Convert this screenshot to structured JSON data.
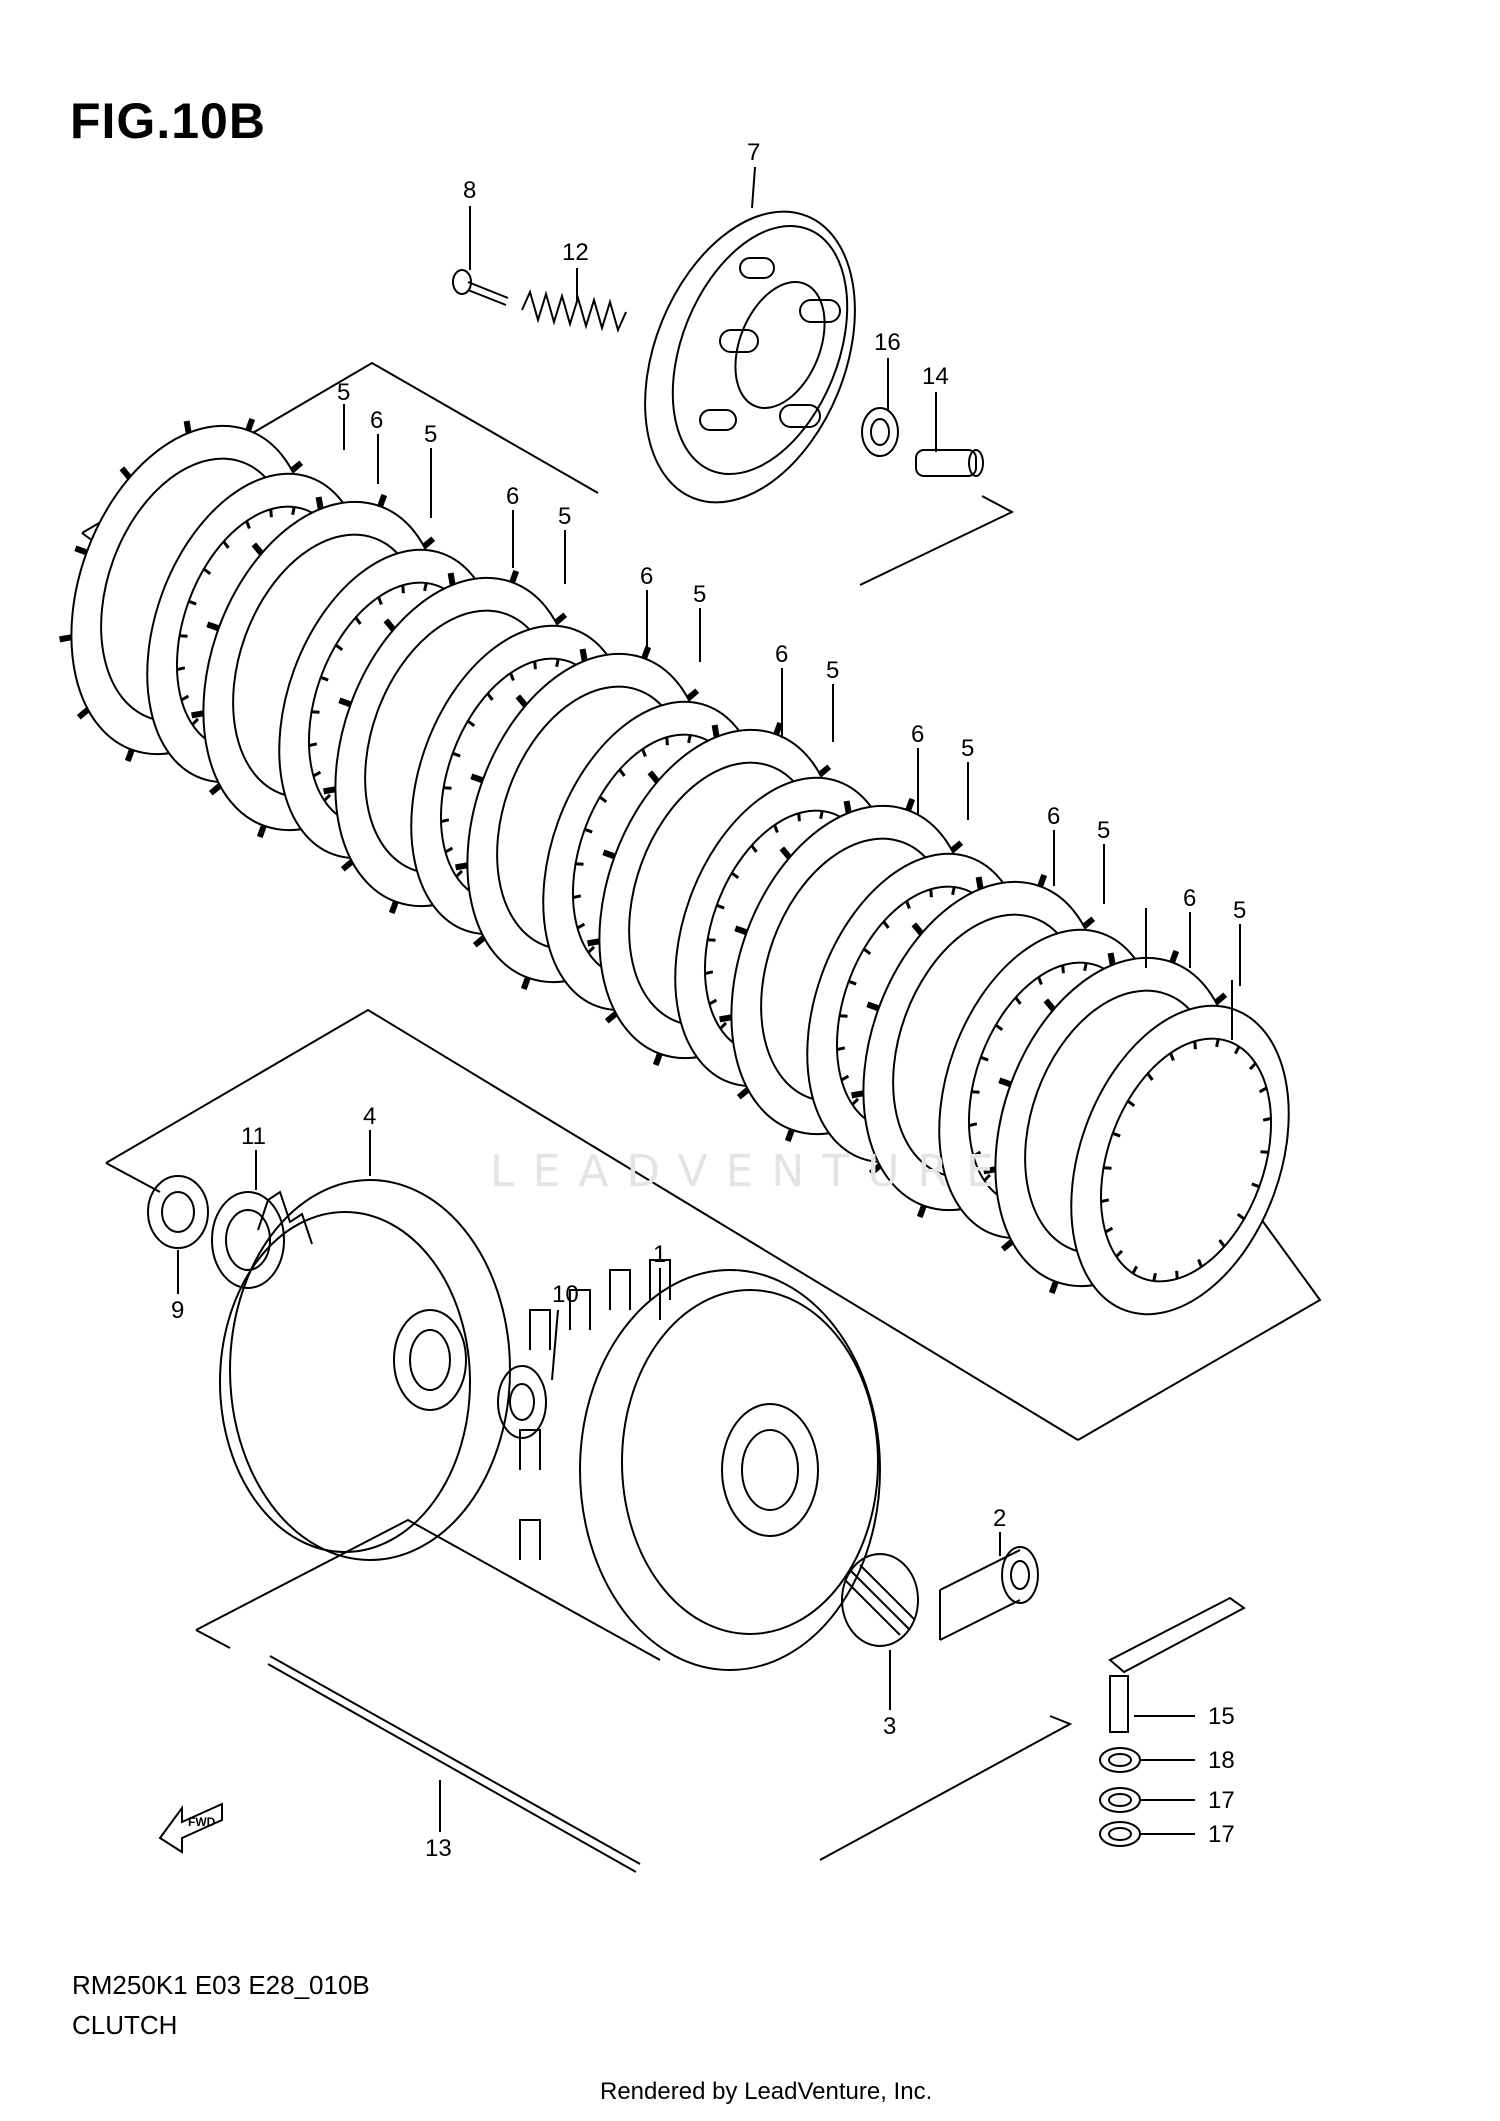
{
  "figure": {
    "title": "FIG.10B",
    "drawing_code": "RM250K1 E03 E28_010B",
    "caption": "CLUTCH",
    "render_credit": "Rendered by LeadVenture, Inc.",
    "watermark": "LEADVENTURE"
  },
  "direction_arrow": {
    "label": "FWD"
  },
  "callouts": [
    {
      "id": "c7",
      "label": "7"
    },
    {
      "id": "c8",
      "label": "8"
    },
    {
      "id": "c12",
      "label": "12"
    },
    {
      "id": "c16",
      "label": "16"
    },
    {
      "id": "c14",
      "label": "14"
    },
    {
      "id": "c5a",
      "label": "5"
    },
    {
      "id": "c6a",
      "label": "6"
    },
    {
      "id": "c5b",
      "label": "5"
    },
    {
      "id": "c6b",
      "label": "6"
    },
    {
      "id": "c5c",
      "label": "5"
    },
    {
      "id": "c6c",
      "label": "6"
    },
    {
      "id": "c5d",
      "label": "5"
    },
    {
      "id": "c6d",
      "label": "6"
    },
    {
      "id": "c5e",
      "label": "5"
    },
    {
      "id": "c6e",
      "label": "6"
    },
    {
      "id": "c5f",
      "label": "5"
    },
    {
      "id": "c6f",
      "label": "6"
    },
    {
      "id": "c5g",
      "label": "5"
    },
    {
      "id": "c6g",
      "label": "6"
    },
    {
      "id": "c5h",
      "label": "5"
    },
    {
      "id": "c11",
      "label": "11"
    },
    {
      "id": "c4",
      "label": "4"
    },
    {
      "id": "c9",
      "label": "9"
    },
    {
      "id": "c10",
      "label": "10"
    },
    {
      "id": "c1",
      "label": "1"
    },
    {
      "id": "c2",
      "label": "2"
    },
    {
      "id": "c3",
      "label": "3"
    },
    {
      "id": "c15",
      "label": "15"
    },
    {
      "id": "c18",
      "label": "18"
    },
    {
      "id": "c17a",
      "label": "17"
    },
    {
      "id": "c17b",
      "label": "17"
    },
    {
      "id": "c13",
      "label": "13"
    }
  ]
}
